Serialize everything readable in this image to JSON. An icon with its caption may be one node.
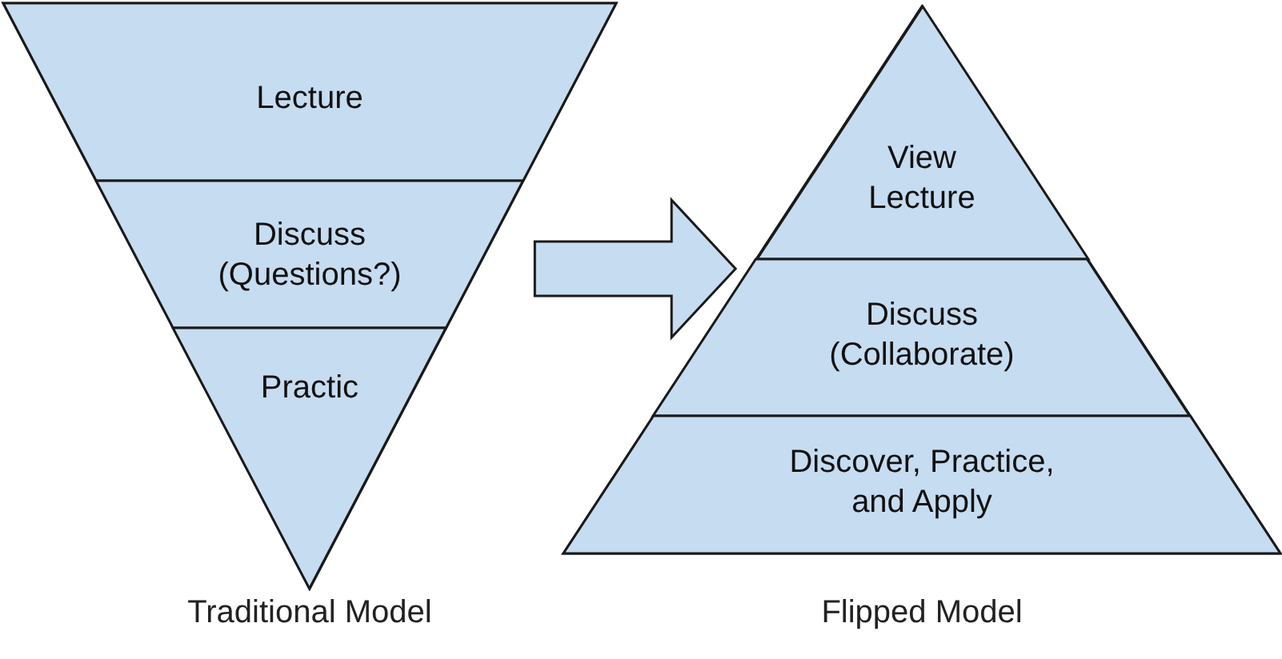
{
  "diagram": {
    "nodes": [
      {
        "text": [],
        "shape": "triangle",
        "beside": [
          "Traditional Model"
        ]
      },
      {
        "text": [
          "Lecture"
        ],
        "in": 0
      },
      {
        "text": [
          "Discuss (Questions?)"
        ],
        "in": 0
      },
      {
        "text": [
          "Practic"
        ],
        "in": 0
      },
      {
        "text": [],
        "shape": "triangle",
        "beside": [
          "Flipped Model"
        ]
      },
      {
        "text": [
          "View Lecture"
        ],
        "in": 4
      },
      {
        "text": [
          "Discuss (Collaborate)"
        ],
        "in": 4
      },
      {
        "text": [
          "Discover, Practice, and Apply"
        ],
        "in": 4
      }
    ],
    "edges": [
      {
        "from": 0,
        "to": 4,
        "arrow": "to"
      }
    ]
  }
}
